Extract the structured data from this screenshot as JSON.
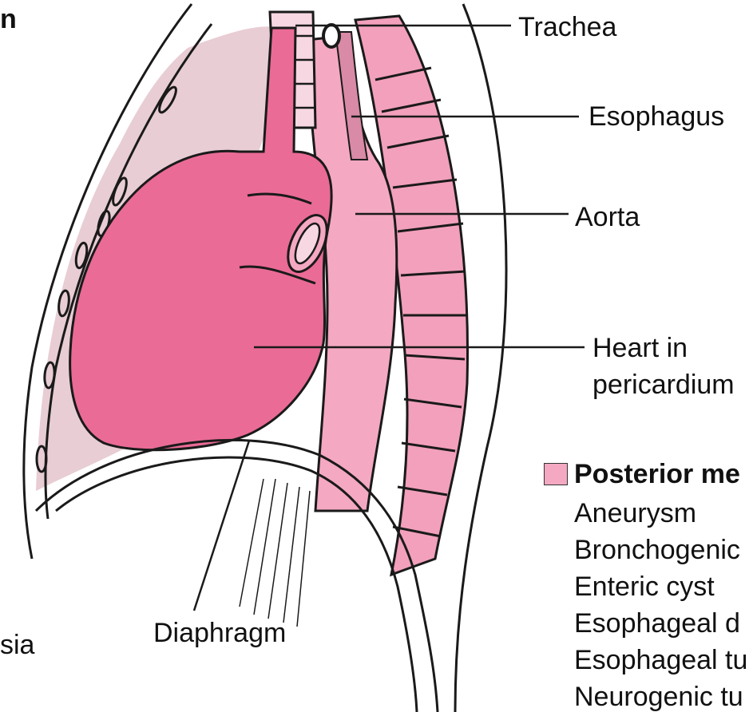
{
  "labels": {
    "trachea": "Trachea",
    "esophagus": "Esophagus",
    "aorta": "Aorta",
    "heart_line1": "Heart in",
    "heart_line2": "pericardium",
    "diaphragm": "Diaphragm",
    "top_left_fragment": "n",
    "bottom_left_fragment": "sia"
  },
  "legend": {
    "title": "Posterior me",
    "items": [
      "Aneurysm",
      "Bronchogenic",
      "Enteric cyst",
      "Esophageal d",
      "Esophageal tu",
      "Neurogenic tu"
    ]
  },
  "colors": {
    "heart": "#ea6b96",
    "region_pink": "#f4a8c2",
    "spine_pink": "#f2a0bb",
    "lung_mauve": "#e8cdd4",
    "outline": "#1a1a1a",
    "legend_swatch": "#f4a8c2"
  }
}
